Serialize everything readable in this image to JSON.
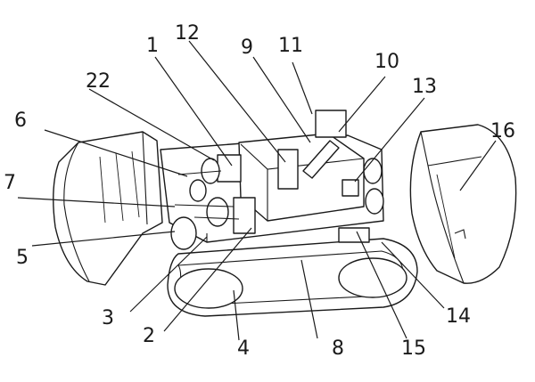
{
  "figure": {
    "labels": {
      "l1": "1",
      "l2": "2",
      "l3": "3",
      "l4": "4",
      "l5": "5",
      "l6": "6",
      "l7": "7",
      "l8": "8",
      "l9": "9",
      "l10": "10",
      "l11": "11",
      "l12": "12",
      "l13": "13",
      "l14": "14",
      "l15": "15",
      "l16": "16",
      "l22": "22"
    }
  }
}
